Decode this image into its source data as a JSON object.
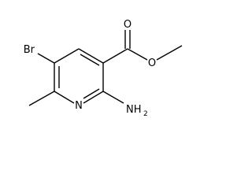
{
  "molecule": {
    "atoms": {
      "bromine": "Br",
      "ring_nitrogen": "N",
      "amine": "NH",
      "amine_subscript": "2",
      "carbonyl_oxygen": "O",
      "ester_oxygen": "O"
    }
  }
}
